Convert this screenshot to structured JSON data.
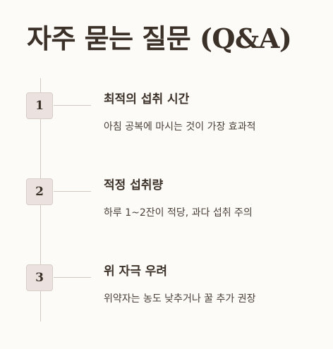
{
  "page": {
    "title": "자주 묻는 질문 (Q&A)"
  },
  "steps": [
    {
      "number": "1",
      "title": "최적의 섭취 시간",
      "description": "아침 공복에 마시는 것이 가장 효과적"
    },
    {
      "number": "2",
      "title": "적정 섭취량",
      "description": "하루 1~2잔이 적당, 과다 섭취 주의"
    },
    {
      "number": "3",
      "title": "위 자극 우려",
      "description": "위약자는 농도 낮추거나 꿀 추가 권장"
    }
  ],
  "colors": {
    "background": "#fdfbf8",
    "text": "#3b3128",
    "badge_fill": "#ebe2df",
    "badge_border": "#d7cdc7",
    "line": "#cfc7c0"
  }
}
